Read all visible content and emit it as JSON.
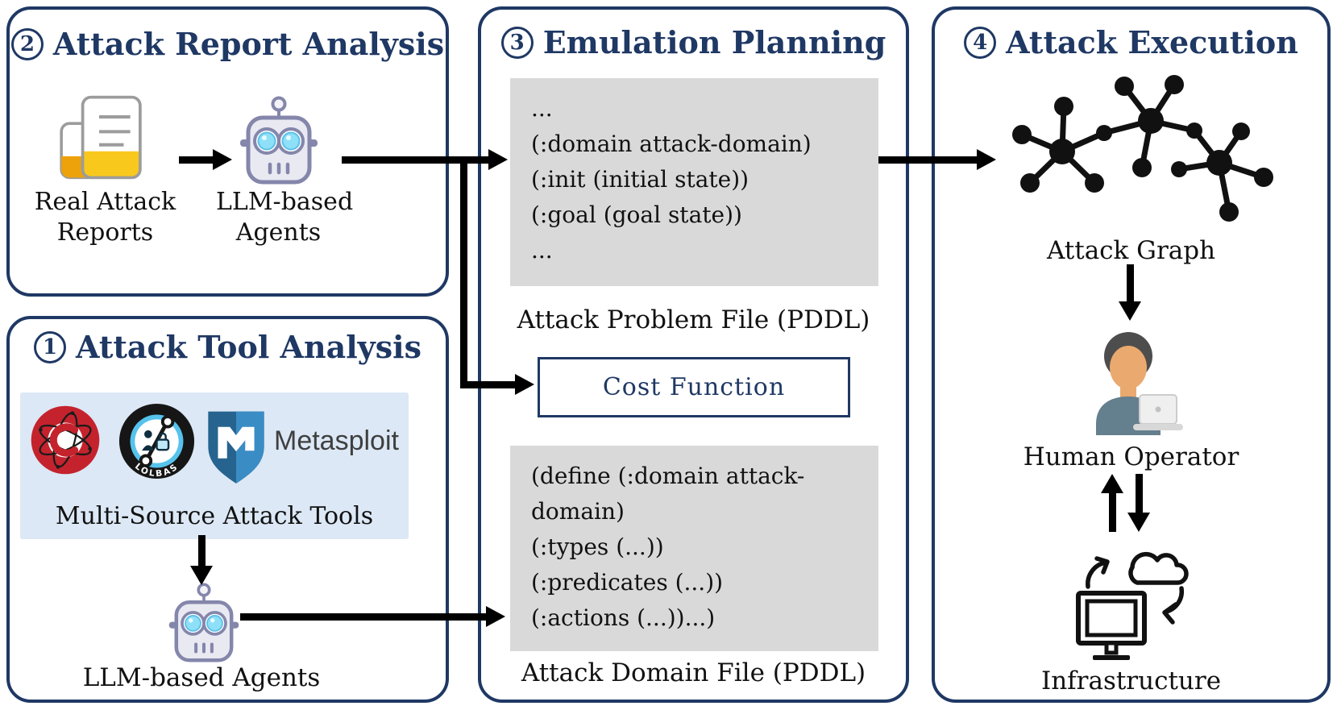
{
  "colors": {
    "navy": "#1F3864",
    "code_bg": "#D9D9D9",
    "panel_blue": "#DCE8F5",
    "arrow_black": "#000000",
    "report_yellow": "#F9C81D",
    "atomic_red": "#C4232D",
    "lolbas_cyan": "#56C3EC",
    "metasploit_blue": "#2F7CB5"
  },
  "panels": {
    "report_analysis": {
      "number": "2",
      "title": "Attack Report Analysis",
      "reports_label": [
        "Real Attack",
        "Reports"
      ],
      "agents_label": [
        "LLM-based",
        "Agents"
      ]
    },
    "tool_analysis": {
      "number": "1",
      "title": "Attack Tool Analysis",
      "tools_caption": "Multi-Source Attack Tools",
      "metasploit_label": "Metasploit",
      "lolbas_label": "LOLBAS",
      "agents_label": "LLM-based Agents"
    },
    "emulation_planning": {
      "number": "3",
      "title": "Emulation Planning",
      "problem_code": [
        "...",
        "(:domain attack-domain)",
        "(:init (initial state))",
        "(:goal (goal state))",
        "..."
      ],
      "problem_caption": "Attack Problem File (PDDL)",
      "cost_function": "Cost Function",
      "domain_code": [
        "(define (:domain attack-",
        "domain)",
        "(:types (...))",
        "(:predicates (...))",
        "(:actions (...))...)"
      ],
      "domain_caption": "Attack Domain File (PDDL)"
    },
    "attack_execution": {
      "number": "4",
      "title": "Attack Execution",
      "graph_caption": "Attack Graph",
      "operator_caption": "Human Operator",
      "infrastructure_caption": "Infrastructure"
    }
  }
}
